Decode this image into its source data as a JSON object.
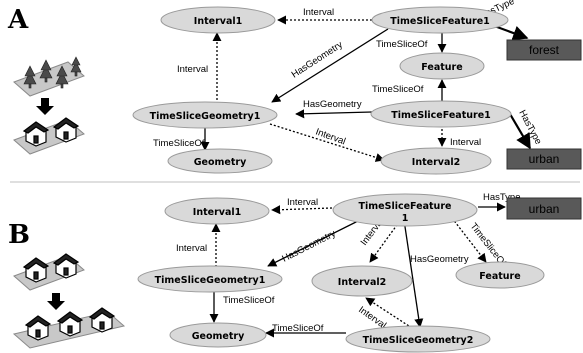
{
  "panels": [
    {
      "letter": "A",
      "nodes": {
        "interval1": "Interval1",
        "tsf1": "TimeSliceFeature1",
        "feature": "Feature",
        "tsf2": "TimeSliceFeature1",
        "tsg1": "TimeSliceGeometry1",
        "geometry": "Geometry",
        "interval2": "Interval2"
      },
      "types": {
        "forest": "forest",
        "urban": "urban"
      },
      "edges": {
        "tsf1_interval": "Interval",
        "tsf1_hastype": "HasType",
        "tsf1_timesliceof": "TimeSliceOf",
        "tsf1_hasgeometry": "HasGeometry",
        "tsg1_interval": "Interval",
        "tsf2_timesliceof": "TimeSliceOf",
        "tsf2_hasgeometry": "HasGeometry",
        "tsf2_hastype": "HasType",
        "tsg1_timesliceof": "TimeSliceOf",
        "tsg1_interval2": "Interval",
        "tsf2_interval": "Interval"
      }
    },
    {
      "letter": "B",
      "nodes": {
        "interval1": "Interval1",
        "tsf_line1": "TimeSliceFeature",
        "tsf_line2": "1",
        "tsg1": "TimeSliceGeometry1",
        "interval2": "Interval2",
        "feature": "Feature",
        "geometry": "Geometry",
        "tsg2": "TimeSliceGeometry2"
      },
      "types": {
        "urban": "urban"
      },
      "edges": {
        "tsf_hastype": "HasType",
        "tsf_interval": "Interval",
        "tsf_hasgeometry1": "HasGeometry",
        "tsf_interval2": "Interval",
        "tsf_hasgeometry2": "HasGeometry",
        "tsf_timesliceof": "TimeSliceOf",
        "tsg1_interval": "Interval",
        "tsg1_timesliceof": "TimeSliceOf",
        "tsg2_timesliceof": "TimeSliceOf",
        "tsg2_interval": "Interval"
      }
    }
  ],
  "icons": {
    "forest": "forest-tile-icon",
    "houses": "house-tile-icon",
    "arrow": "down-arrow-icon"
  },
  "colors": {
    "node_fill": "#d9d9d9",
    "type_fill": "#595959",
    "divider": "#bfbfbf"
  }
}
